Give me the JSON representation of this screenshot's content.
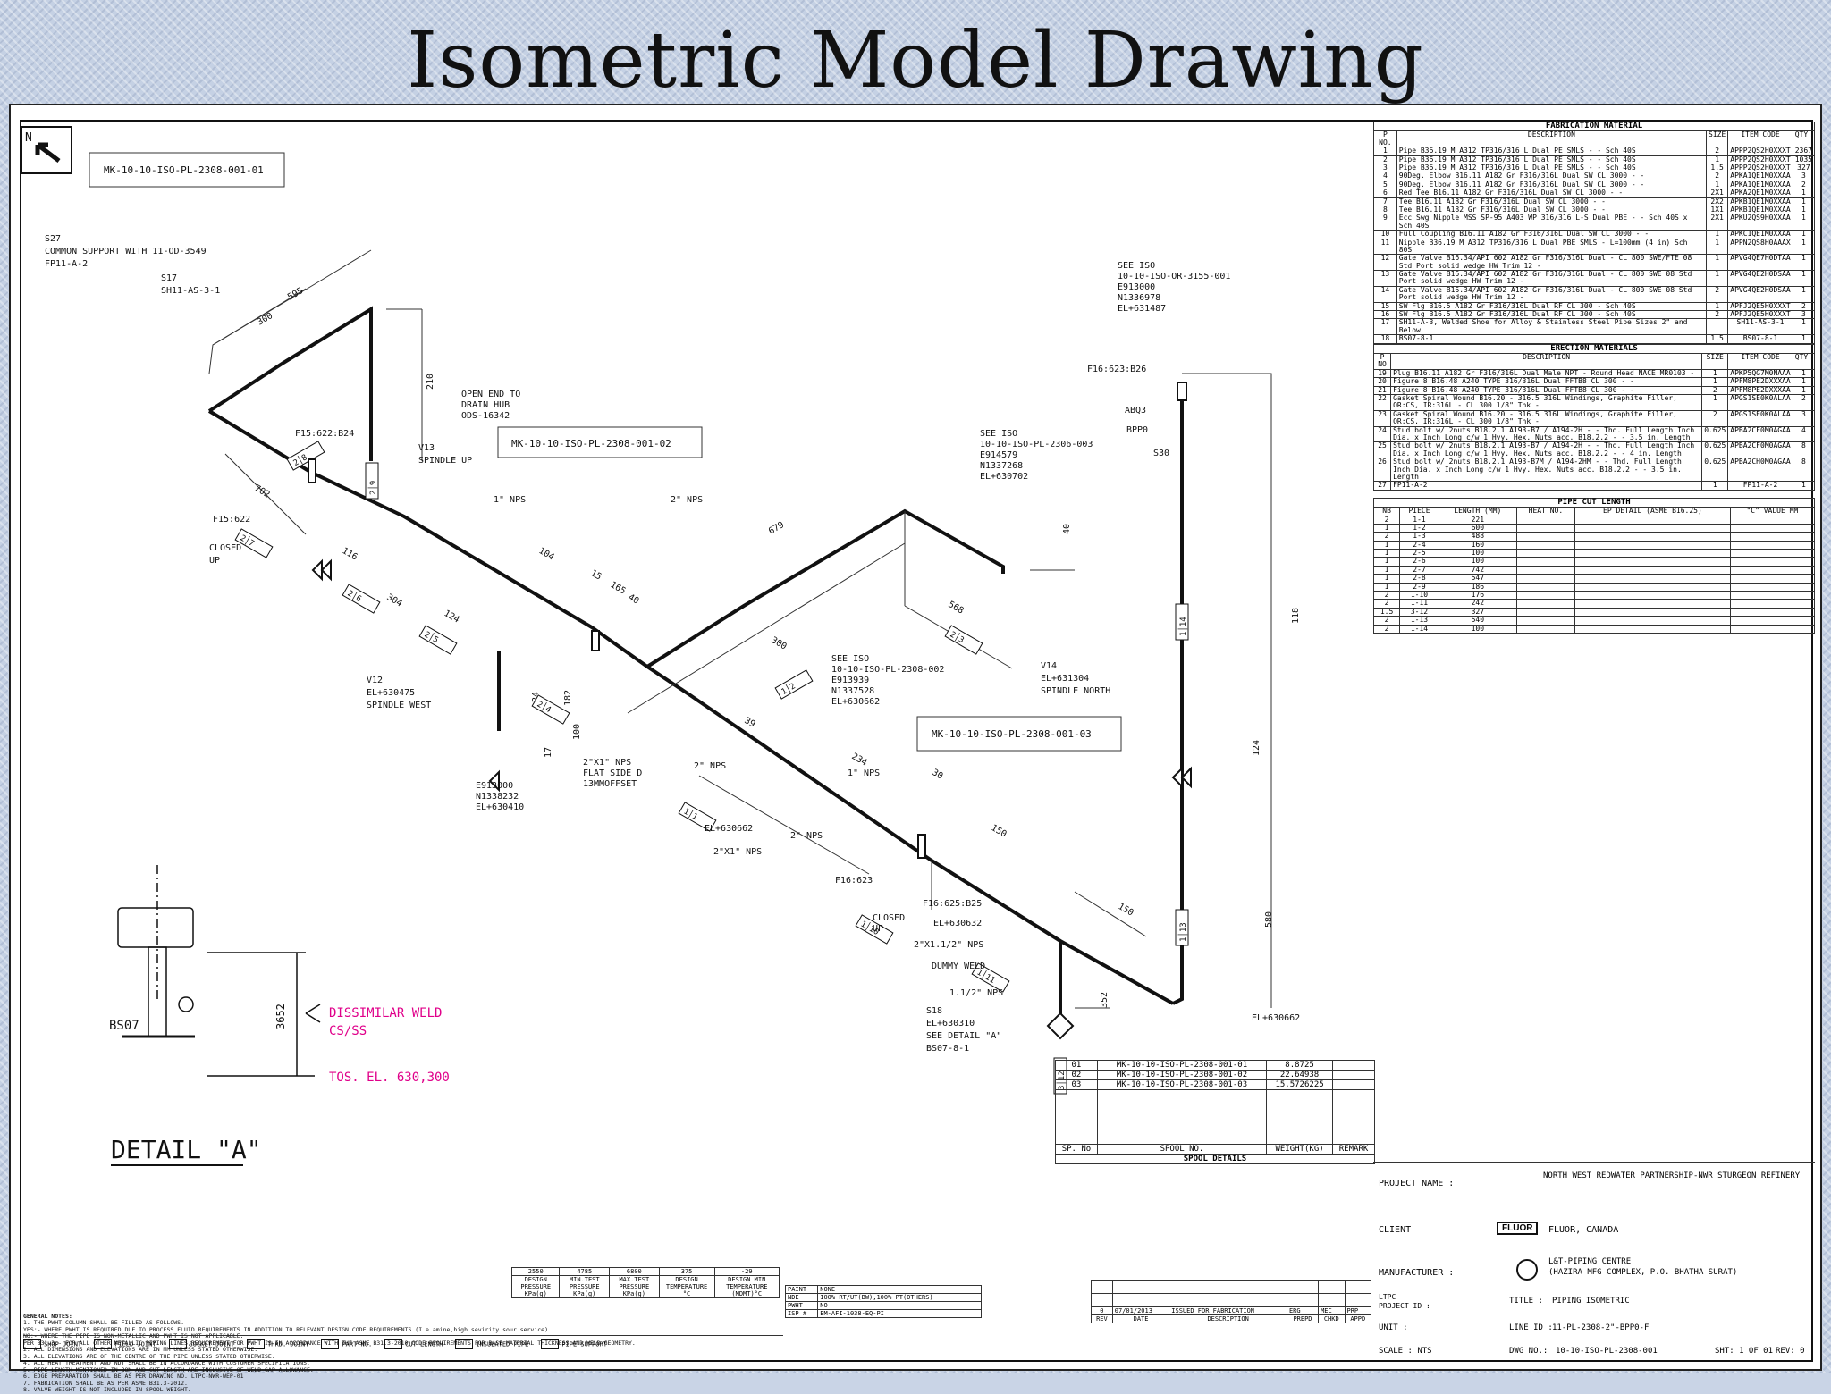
{
  "title": "Isometric Model Drawing",
  "north": "N",
  "spool_tags": {
    "s01": "MK-10-10-ISO-PL-2308-001-01",
    "s02": "MK-10-10-ISO-PL-2308-001-02",
    "s03": "MK-10-10-ISO-PL-2308-001-03"
  },
  "callouts": {
    "s27a": "S27",
    "support": "COMMON SUPPORT WITH 11-OD-3549",
    "fp": "FP11-A-2",
    "s17a": "S17",
    "sh": "SH11-AS-3-1",
    "open_end": "OPEN END TO",
    "drain": "DRAIN HUB",
    "ods": "ODS-16342",
    "see_iso1": "SEE ISO",
    "iso1": "10-10-ISO-OR-3155-001",
    "e1": "E913000",
    "n1": "N1336978",
    "el1": "EL+631487",
    "see_iso2": "SEE ISO",
    "iso2": "10-10-ISO-PL-2306-003",
    "e2": "E914579",
    "n2": "N1337268",
    "el2": "EL+630702",
    "see_iso3": "SEE ISO",
    "iso3": "10-10-ISO-PL-2308-002",
    "e3": "E913939",
    "n3": "N1337528",
    "el3": "EL+630662",
    "v13": "V13",
    "spindle_up": "SPINDLE UP",
    "v12": "V12",
    "el_v12": "EL+630475",
    "spindle_west": "SPINDLE WEST",
    "v14": "V14",
    "el_v14": "EL+631304",
    "spindle_north": "SPINDLE NORTH",
    "f15_622_b24": "F15:622:B24",
    "f15_622": "F15:622",
    "f16_623_b26": "F16:623:B26",
    "f16_623": "F16:623",
    "f16_625": "F16:625:B25",
    "abq3": "ABQ3",
    "bpp0": "BPP0",
    "s30": "S30",
    "closed": "CLOSED",
    "up": "UP",
    "e_bot": "E913000",
    "n_bot": "N1338232",
    "el_bot": "EL+630410",
    "nps1": "1\" NPS",
    "nps2": "2\" NPS",
    "nps3": "2\" NPS",
    "nps4": "1\" NPS",
    "nps5": "2\" NPS",
    "nps6": "1.1/2\" NPS",
    "flat": "2\"X1\" NPS",
    "flat2": "FLAT SIDE D",
    "flat3": "13MMOFFSET",
    "el_630662": "EL+630662",
    "x21": "2\"X1\" NPS",
    "el_630632": "EL+630632",
    "x2115": "2\"X1.1/2\" NPS",
    "dummy": "DUMMY WELD",
    "s18": "S18",
    "el_630310": "EL+630310",
    "see_detail": "SEE DETAIL \"A\"",
    "bs07": "BS07-8-1",
    "el_630662b": "EL+630662"
  },
  "detail": {
    "title": "DETAIL \"A\"",
    "bs07": "BS07",
    "dim": "3652",
    "weld1": "DISSIMILAR WELD",
    "weld2": "CS/SS",
    "tos": "TOS. EL. 630,300"
  },
  "fabrication": {
    "title": "FABRICATION MATERIAL",
    "headers": [
      "P NO.",
      "DESCRIPTION",
      "SIZE",
      "ITEM CODE",
      "QTY."
    ],
    "rows": [
      [
        "1",
        "Pipe B36.19 M A312 TP316/316 L Dual PE SMLS - - Sch 40S",
        "2",
        "APPP2QS2H0XXXT",
        "2367"
      ],
      [
        "2",
        "Pipe B36.19 M A312 TP316/316 L Dual PE SMLS - - Sch 40S",
        "1",
        "APPP2QS2H0XXXT",
        "1035"
      ],
      [
        "3",
        "Pipe B36.19 M A312 TP316/316 L Dual PE SMLS - - Sch 40S",
        "1.5",
        "APPP2QS2H0XXXT",
        "327"
      ],
      [
        "4",
        "90Deg. Elbow B16.11 A182 Gr F316/316L Dual SW CL 3000 - -",
        "2",
        "APKA1QE1M0XXAA",
        "3"
      ],
      [
        "5",
        "90Deg. Elbow B16.11 A182 Gr F316/316L Dual SW CL 3000 - -",
        "1",
        "APKA1QE1M0XXAA",
        "2"
      ],
      [
        "6",
        "Red Tee B16.11 A182 Gr F316/316L Dual SW CL 3000 - -",
        "2X1",
        "APKA2QE1M0XXAA",
        "1"
      ],
      [
        "7",
        "Tee B16.11 A182 Gr F316/316L Dual SW CL 3000 - -",
        "2X2",
        "APKB1QE1M0XXAA",
        "1"
      ],
      [
        "8",
        "Tee B16.11 A182 Gr F316/316L Dual SW CL 3000 - -",
        "1X1",
        "APKB1QE1M0XXAA",
        "1"
      ],
      [
        "9",
        "Ecc Swg Nipple MSS SP-95 A403 WP 316/316 L-S Dual PBE - - Sch 40S x Sch 40S",
        "2X1",
        "APKU2QS9H0XXAA",
        "1"
      ],
      [
        "10",
        "Full Coupling B16.11 A182 Gr F316/316L Dual SW CL 3000 - -",
        "1",
        "APKC1QE1M0XXAA",
        "1"
      ],
      [
        "11",
        "Nipple B36.19 M A312 TP316/316 L Dual PBE SMLS - L=100mm (4 in) Sch 80S",
        "1",
        "APPN2QS8H0AAAX",
        "1"
      ],
      [
        "12",
        "Gate Valve B16.34/API 602 A182 Gr F316/316L Dual - CL 800 SWE/FTE 08 Std Port solid wedge HW Trim 12 -",
        "1",
        "APVG4QE7H0DTAA",
        "1"
      ],
      [
        "13",
        "Gate Valve B16.34/API 602 A182 Gr F316/316L Dual - CL 800 SWE 08 Std Port solid wedge HW Trim 12 -",
        "1",
        "APVG4QE2H0DSAA",
        "1"
      ],
      [
        "14",
        "Gate Valve B16.34/API 602 A182 Gr F316/316L Dual - CL 800 SWE 08 Std Port solid wedge HW Trim 12 -",
        "2",
        "APVG4QE2H0DSAA",
        "1"
      ],
      [
        "15",
        "SW Flg B16.5 A182 Gr F316/316L Dual RF CL 300 - Sch 40S",
        "1",
        "APFJ2QE5H0XXXT",
        "2"
      ],
      [
        "16",
        "SW Flg B16.5 A182 Gr F316/316L Dual RF CL 300 - Sch 40S",
        "2",
        "APFJ2QE5H0XXXT",
        "3"
      ],
      [
        "17",
        "SH11-A-3, Welded Shoe for Alloy & Stainless Steel Pipe Sizes 2\" and Below",
        "",
        "SH11-AS-3-1",
        "1"
      ],
      [
        "18",
        "BS07-8-1",
        "1.5",
        "BS07-8-1",
        "1"
      ]
    ]
  },
  "erection": {
    "title": "ERECTION MATERIALS",
    "headers": [
      "P NO",
      "DESCRIPTION",
      "SIZE",
      "ITEM CODE",
      "QTY."
    ],
    "rows": [
      [
        "19",
        "Plug B16.11 A182 Gr F316/316L Dual Male NPT - Round Head NACE MR0103 -",
        "1",
        "APKP5QG7M0NAAA",
        "1"
      ],
      [
        "20",
        "Figure 8 B16.48 A240 TYPE 316/316L Dual FFTB8 CL 300 - -",
        "1",
        "APFM8PE2DXXXAA",
        "1"
      ],
      [
        "21",
        "Figure 8 B16.48 A240 TYPE 316/316L Dual FFTB8 CL 300 - -",
        "2",
        "APFM8PE2DXXXAA",
        "1"
      ],
      [
        "22",
        "Gasket Spiral Wound B16.20 - 316.5 316L Windings, Graphite Filler, OR:CS, IR:316L - CL 300 1/8\" Thk -",
        "1",
        "APGS1SE0K0ALAA",
        "2"
      ],
      [
        "23",
        "Gasket Spiral Wound B16.20 - 316.5 316L Windings, Graphite Filler, OR:CS, IR:316L - CL 300 1/8\" Thk -",
        "2",
        "APGS1SE0K0ALAA",
        "3"
      ],
      [
        "24",
        "Stud bolt w/ 2nuts B18.2.1 A193-B7 / A194-2H - - Thd. Full Length Inch Dia. x Inch Long c/w 1 Hvy. Hex. Nuts acc. B18.2.2 - - 3.5 in. Length",
        "0.625",
        "APBA2CF0M0AGAA",
        "4"
      ],
      [
        "25",
        "Stud bolt w/ 2nuts B18.2.1 A193-B7 / A194-2H - - Thd. Full Length Inch Dia. x Inch Long c/w 1 Hvy. Hex. Nuts acc. B18.2.2 - - 4 in. Length",
        "0.625",
        "APBA2CF0M0AGAA",
        "8"
      ],
      [
        "26",
        "Stud bolt w/ 2nuts B18.2.1 A193-B7M / A194-2HM - - Thd. Full Length Inch Dia. x Inch Long c/w 1 Hvy. Hex. Nuts acc. B18.2.2 - - 3.5 in. Length",
        "0.625",
        "APBA2CH0M0AGAA",
        "8"
      ],
      [
        "27",
        "FP11-A-2",
        "1",
        "FP11-A-2",
        "1"
      ]
    ]
  },
  "cut": {
    "title": "PIPE CUT LENGTH",
    "headers": [
      "NB",
      "PIECE",
      "LENGTH (MM)",
      "HEAT NO.",
      "EP DETAIL (ASME B16.25)",
      "\"C\" VALUE MM"
    ],
    "rows": [
      [
        "2",
        "1-1",
        "221"
      ],
      [
        "1",
        "1-2",
        "600"
      ],
      [
        "2",
        "1-3",
        "488"
      ],
      [
        "1",
        "2-4",
        "160"
      ],
      [
        "1",
        "2-5",
        "100"
      ],
      [
        "1",
        "2-6",
        "100"
      ],
      [
        "1",
        "2-7",
        "742"
      ],
      [
        "1",
        "2-8",
        "547"
      ],
      [
        "1",
        "2-9",
        "186"
      ],
      [
        "2",
        "1-10",
        "176"
      ],
      [
        "2",
        "1-11",
        "242"
      ],
      [
        "1.5",
        "3-12",
        "327"
      ],
      [
        "2",
        "1-13",
        "540"
      ],
      [
        "2",
        "1-14",
        "100"
      ]
    ]
  },
  "spool": {
    "title": "SPOOL DETAILS",
    "headers": [
      "SP. No",
      "SPOOL NO.",
      "WEIGHT(KG)",
      "REMARK"
    ],
    "rows": [
      [
        "01",
        "MK-10-10-ISO-PL-2308-001-01",
        "8.8725"
      ],
      [
        "02",
        "MK-10-10-ISO-PL-2308-001-02",
        "22.64938"
      ],
      [
        "03",
        "MK-10-10-ISO-PL-2308-001-03",
        "15.5726225"
      ]
    ]
  },
  "project": {
    "name_label": "PROJECT NAME :",
    "name": "NORTH WEST REDWATER PARTNERSHIP-NWR STURGEON REFINERY",
    "client_label": "CLIENT",
    "client_logo": "FLUOR",
    "client": "FLUOR, CANADA",
    "mfr_label": "MANUFACTURER :",
    "mfr1": "L&T-PIPING CENTRE",
    "mfr2": "(HAZIRA MFG COMPLEX, P.O. BHATHA SURAT)",
    "ltpc": "LTPC",
    "project_id": "PROJECT ID :",
    "title_label": "TITLE :",
    "title": "PIPING ISOMETRIC",
    "unit": "UNIT :",
    "line_label": "LINE ID :",
    "line": "11-PL-2308-2\"-BPP0-F",
    "scale": "SCALE : NTS",
    "dwg_label": "DWG NO.:",
    "dwg": "10-10-ISO-PL-2308-001",
    "sht": "SHT: 1 OF 01",
    "rev": "REV: 0"
  },
  "revisions": {
    "rev": "0",
    "date": "07/01/2013",
    "desc": "ISSUED FOR FABRICATION",
    "headers": [
      "REV",
      "DATE",
      "DESCRIPTION",
      "PREPD",
      "CHKD",
      "APPD"
    ],
    "signs": [
      "ERG",
      "MEC",
      "PRP"
    ]
  },
  "design": {
    "values": [
      "2550",
      "4785",
      "6800",
      "375",
      "-29"
    ],
    "labels": [
      "DESIGN PRESSURE KPa(g)",
      "MIN.TEST PRESSURE KPa(g)",
      "MAX.TEST PRESSURE KPa(g)",
      "DESIGN TEMPERATURE °C",
      "DESIGN MIN TEMPERATURE (MDMT)°C"
    ]
  },
  "paint": {
    "rows": [
      [
        "PAINT",
        "NONE"
      ],
      [
        "NDE",
        "100% RT/UT(BW),100% PT(OTHERS)"
      ],
      [
        "PWHT",
        "NO"
      ],
      [
        "ISP #",
        "EM-AFI-1038-EQ-PI"
      ]
    ]
  },
  "legend": [
    "SHOP JOINT",
    "FIELD JOINT",
    "SOCKET JOINT",
    "THRD. JOINT",
    "PART NO.",
    "CUT LENGTH",
    "INSULATED PIPE",
    "PIPE SUPPORT"
  ],
  "notes": {
    "title": "GENERAL NOTES:",
    "lines": [
      "1. THE PWHT COLUMN SHALL BE FILLED AS FOLLOWS.",
      "   YES:- WHERE PWHT IS REQUIRED DUE TO PROCESS FLUID REQUIREMENTS IN ADDITION TO RELEVANT DESIGN CODE REQUIREMENTS (I.e.amine,high sevirity sour service)",
      "   NO:- WHERE THE PIPE IS NON-METALLIC AND PWHT IS NOT APPLICABLE.",
      "   PER B31.3:- FOR ALL OTHER METALLIC PIPING LINES,REQUIREMENT FOR PWHT IS IN ACCORDANCE WITH THE ASME B31.3-2010 CODE REQUIREMENTS FOR BASE MATERIAL THICKNESS AND WELD GEOMETRY.",
      "2. ALL DIMENSIONS AND ELEVATIONS ARE IN MM UNLESS STATED OTHERWISE.",
      "3. ALL ELEVATIONS ARE OF THE CENTRE OF THE PIPE UNLESS STATED OTHERWISE.",
      "4. ALL HEAT TREATMENT AND NDT SHALL BE IN ACCORDANCE WITH CUSTOMER SPECIFICATIONS.",
      "5. PIPE LENGTH MENTIONED IN BOM AND CUT LENGTH ARE INCLUSIVE OF WELD GAP ALLOWANCE.",
      "6. EDGE PREPARATION SHALL BE AS PER DRAWING NO. LTPC-NWR-WEP-01",
      "7. FABRICATION SHALL BE AS PER ASME B31.3-2012.",
      "8. VALVE WEIGHT IS NOT INCLUDED IN SPOOL WEIGHT."
    ]
  }
}
